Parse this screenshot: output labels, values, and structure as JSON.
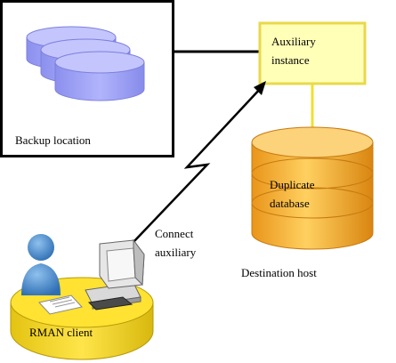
{
  "backup_location": {
    "label": "Backup location",
    "icon": "database-stack-icon",
    "disk_color": "#9ea3f4"
  },
  "auxiliary_instance": {
    "line1": "Auxiliary",
    "line2": "instance",
    "fill_color": "#ffffb8",
    "border_color": "#e8d94a"
  },
  "duplicate_database": {
    "line1": "Duplicate",
    "line2": "database",
    "icon": "database-cylinder-icon",
    "fill_color": "#f5b43a"
  },
  "destination_host": {
    "label": "Destination host"
  },
  "connection": {
    "line1": "Connect",
    "line2": "auxiliary",
    "icon": "lightning-connection-icon"
  },
  "rman_client": {
    "label": "RMAN client",
    "icons": [
      "user-icon",
      "computer-icon",
      "document-icon"
    ],
    "platform_color": "#f0d21e"
  }
}
